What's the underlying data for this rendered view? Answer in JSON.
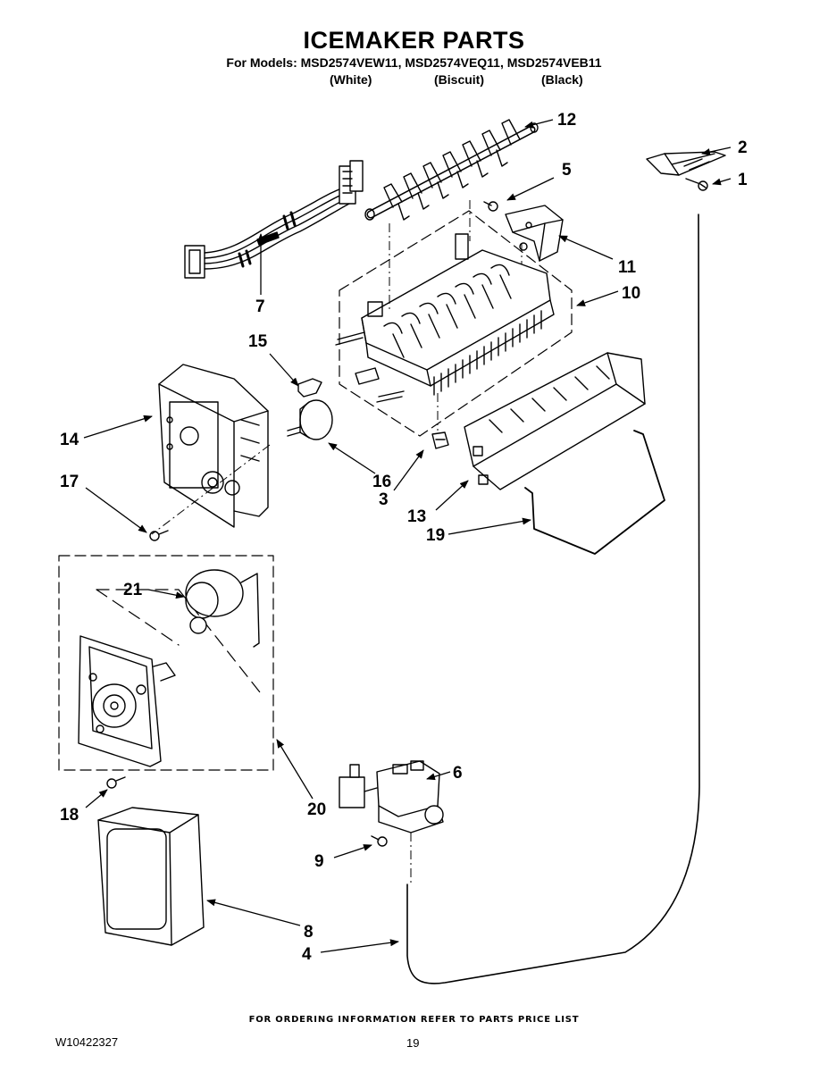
{
  "header": {
    "title": "ICEMAKER PARTS",
    "models": "For Models: MSD2574VEW11, MSD2574VEQ11, MSD2574VEB11",
    "variants": [
      "(White)",
      "(Biscuit)",
      "(Black)"
    ]
  },
  "callouts": [
    "1",
    "2",
    "3",
    "4",
    "5",
    "6",
    "7",
    "8",
    "9",
    "10",
    "11",
    "12",
    "13",
    "14",
    "15",
    "16",
    "17",
    "18",
    "19",
    "20",
    "21"
  ],
  "footer": {
    "note": "FOR ORDERING INFORMATION REFER TO PARTS PRICE LIST",
    "doc_id": "W10422327",
    "page": "19"
  }
}
